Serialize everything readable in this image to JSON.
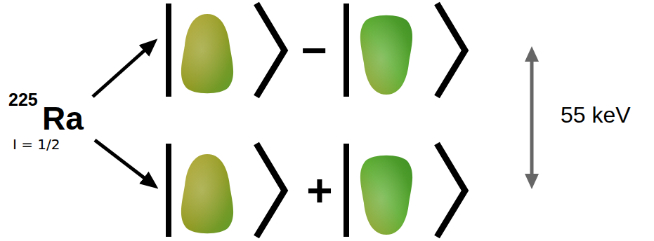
{
  "diagram": {
    "labels": [
      "225",
      "Ra",
      "I = 1/2",
      "−",
      "+",
      "55 keV"
    ]
  }
}
